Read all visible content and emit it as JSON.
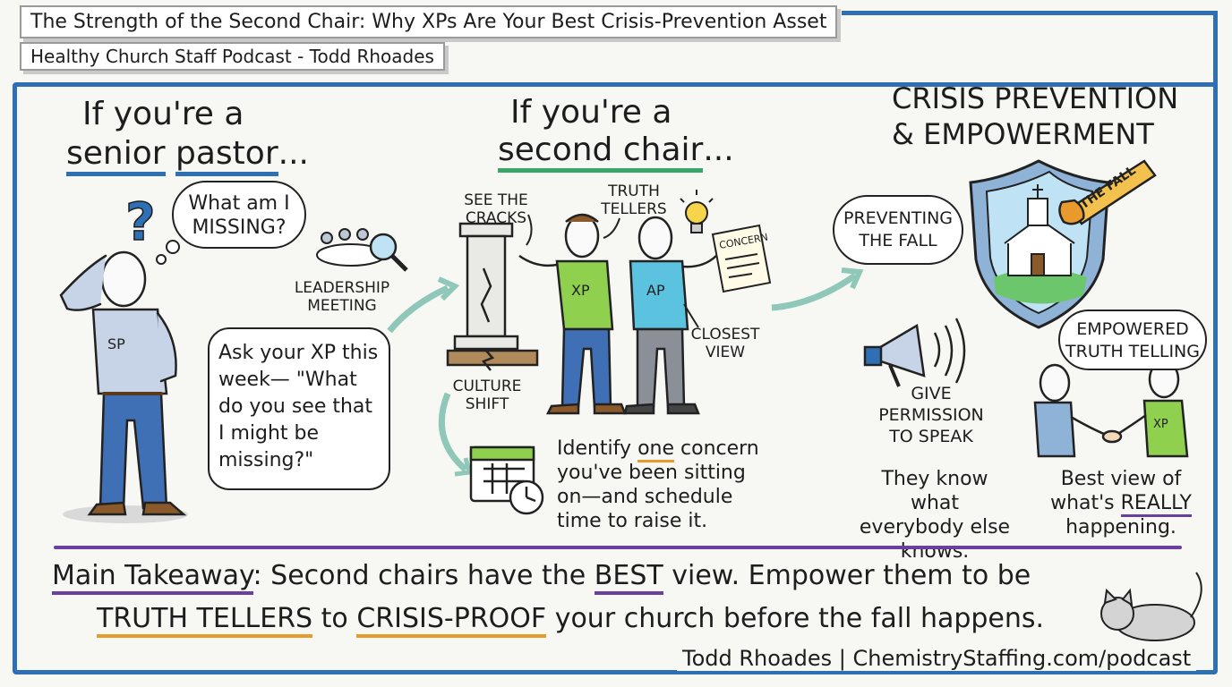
{
  "title": "The Strength of the Second Chair: Why XPs Are Your Best Crisis-Prevention Asset",
  "subtitle": "Healthy Church Staff Podcast - Todd Rhoades",
  "colors": {
    "frame": "#2f6fb3",
    "underline_blue": "#2f6fb3",
    "underline_green": "#3aa66a",
    "divider": "#6b3fa0",
    "highlight_orange": "#e89a2c",
    "xp_shirt": "#8fd14f",
    "ap_shirt": "#5bc3e0"
  },
  "senior": {
    "heading_line1": "If you're a",
    "heading_word1": "senior",
    "heading_word2": "pastor",
    "heading_tail": "...",
    "thought": "What am I MISSING?",
    "badge": "SP",
    "meeting_label": "LEADERSHIP MEETING",
    "speech": "Ask your XP this week— \"What do you see that I might be missing?\"",
    "icons": [
      "question-mark-icon",
      "meeting-table-icon",
      "magnifier-icon"
    ]
  },
  "second": {
    "heading_line1": "If you're a",
    "heading_word": "second chair",
    "heading_tail": "...",
    "see_cracks": "SEE THE CRACKS",
    "truth_tellers": "TRUTH TELLERS",
    "xp_badge": "XP",
    "ap_badge": "AP",
    "concern": "CONCERN",
    "closest_view": "CLOSEST VIEW",
    "culture_shift": "CULTURE SHIFT",
    "action_pre": "Identify",
    "action_word": "one",
    "action_post": "concern you've been sitting on—and schedule time to raise it.",
    "icons": [
      "lightbulb-icon",
      "cracked-pillar-icon",
      "calendar-clock-icon"
    ]
  },
  "crisis": {
    "heading": "CRISIS PREVENTION & EMPOWERMENT",
    "preventing": "PREVENTING THE FALL",
    "the_fall": "THE FALL",
    "megaphone_label": "GIVE PERMISSION TO SPEAK",
    "empowered": "EMPOWERED TRUTH TELLING",
    "xp_badge": "XP",
    "know_text": "They know what everybody else knows.",
    "view_pre": "Best view of what's",
    "view_word": "REALLY",
    "view_post": "happening.",
    "icons": [
      "shield-church-icon",
      "falling-rock-icon",
      "megaphone-icon",
      "handshake-icon"
    ]
  },
  "takeaway": {
    "label": "Main Takeaway",
    "part1": ": Second chairs have the",
    "best": "BEST",
    "part2": "view. Empower them to be",
    "truth": "TRUTH TELLERS",
    "part3": "to",
    "crisis_proof": "CRISIS-PROOF",
    "part4": "your church before the fall happens."
  },
  "footer": "Todd Rhoades | ChemistryStaffing.com/podcast"
}
